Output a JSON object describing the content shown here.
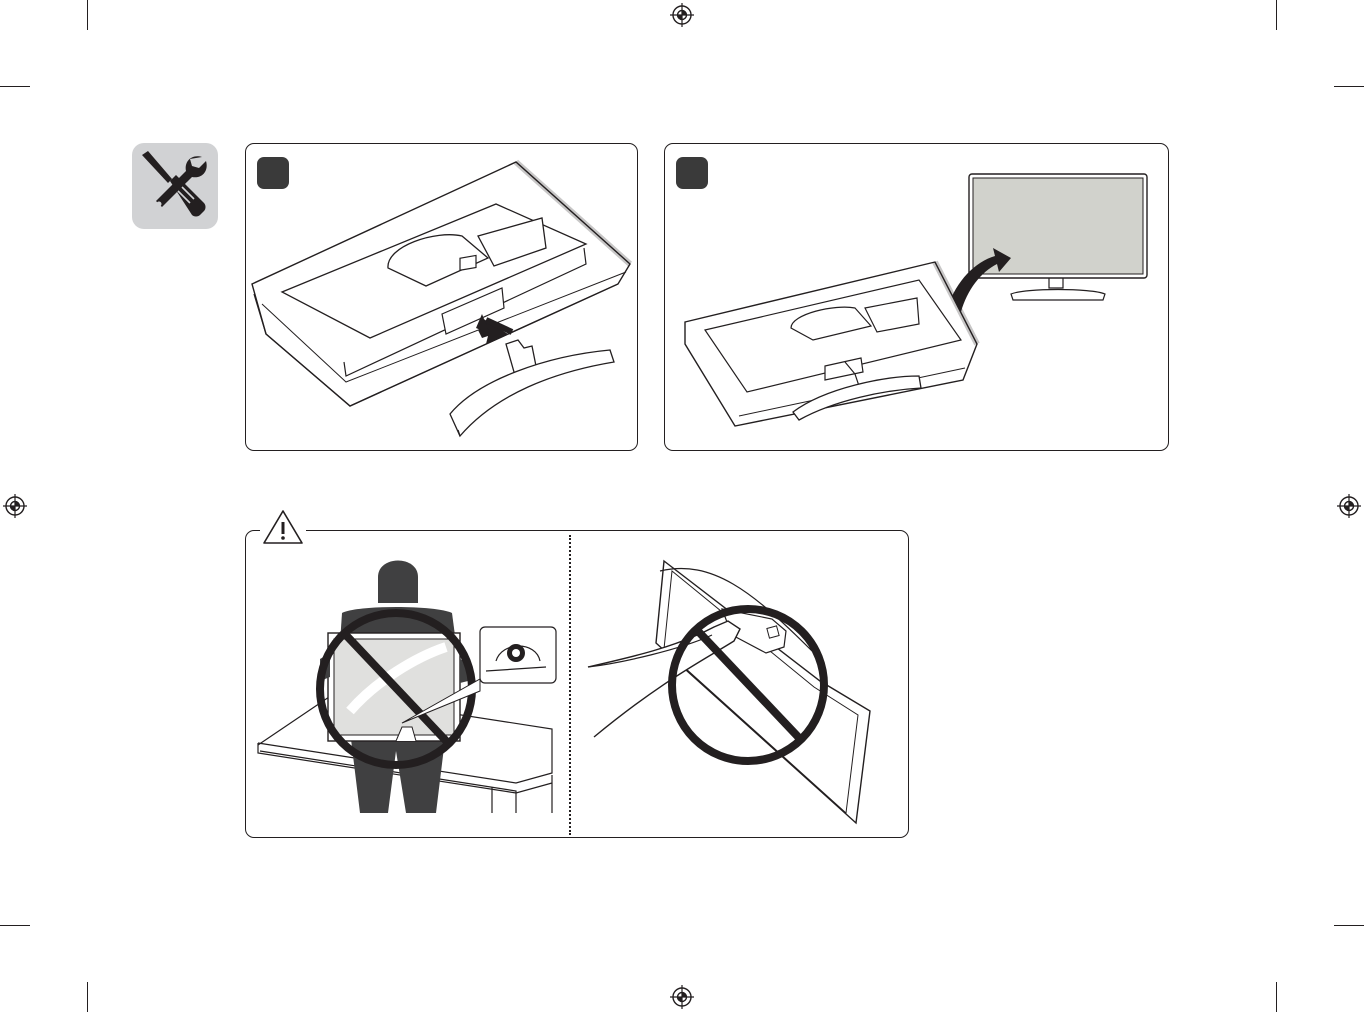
{
  "page": {
    "background": "#ffffff",
    "line_color": "#231f20",
    "badge_color": "#d1d2d4",
    "screen_color": "#d1d2cc",
    "person_color": "#404041"
  },
  "crop_marks": [
    "top-left",
    "top-right",
    "bottom-left",
    "bottom-right"
  ],
  "registration_marks": [
    "top-center",
    "bottom-center",
    "left-middle",
    "right-middle"
  ],
  "tools_badge": {
    "icon": "screwdriver-wrench-icon"
  },
  "steps": [
    {
      "number": "",
      "icon": "step-marker",
      "description_icon": "insert-stand-arrow-icon"
    },
    {
      "number": "",
      "icon": "step-marker",
      "description_icon": "stand-monitor-upright-arrow-icon"
    }
  ],
  "caution": {
    "icon": "warning-triangle-icon",
    "illustrations": [
      {
        "icon": "do-not-lift-by-screen-prohibited-icon"
      },
      {
        "icon": "do-not-hold-by-stand-prohibited-icon"
      }
    ]
  }
}
